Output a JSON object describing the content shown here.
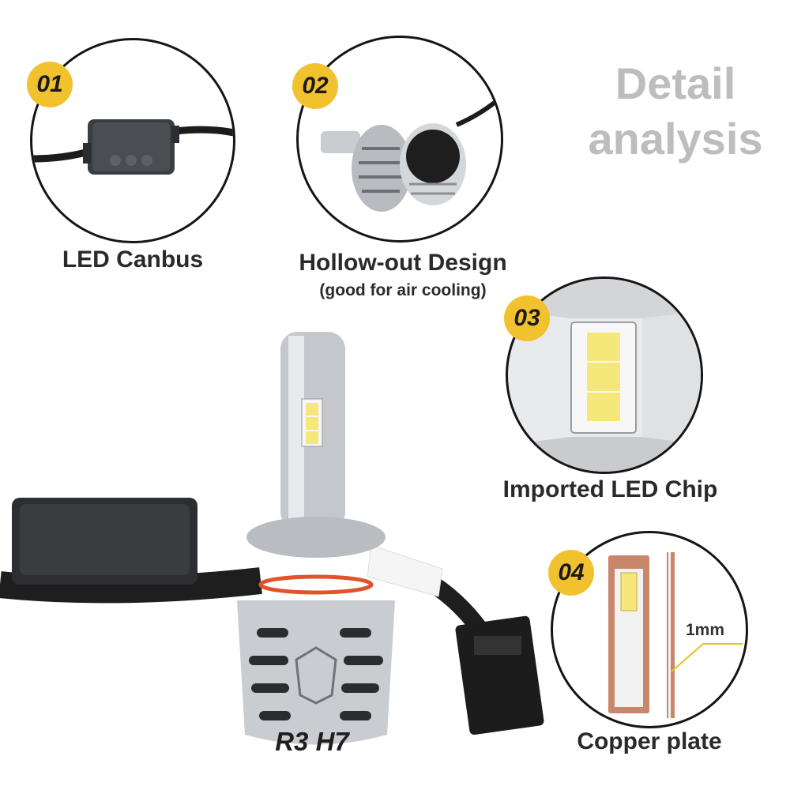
{
  "headline": {
    "line1": "Detail",
    "line2": "analysis"
  },
  "features": [
    {
      "number": "01",
      "caption": "LED Canbus",
      "subcaption": ""
    },
    {
      "number": "02",
      "caption": "Hollow-out Design",
      "subcaption": "(good for air cooling)"
    },
    {
      "number": "03",
      "caption": "Imported LED Chip",
      "subcaption": ""
    },
    {
      "number": "04",
      "caption": "Copper plate",
      "subcaption": ""
    }
  ],
  "product": {
    "model": "R3 H7"
  },
  "copper_plate": {
    "thickness_label": "1mm"
  },
  "colors": {
    "badge": "#f2c12e",
    "headline": "#bdbdbd",
    "caption": "#2a2a2a",
    "circle_border": "#151515",
    "copper": "#c8866a"
  }
}
